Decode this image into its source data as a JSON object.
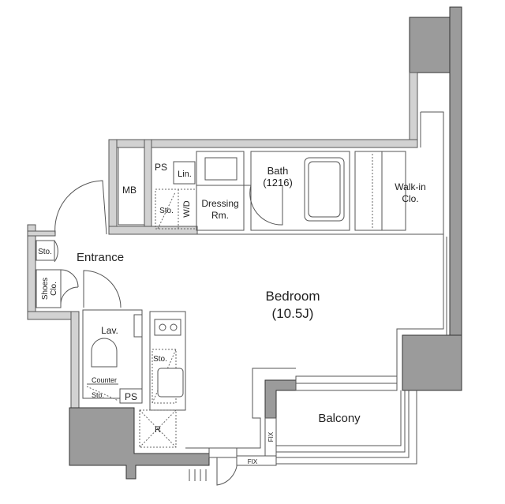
{
  "rooms": {
    "bedroom": "Bedroom",
    "bedroom_size": "(10.5J)",
    "entrance": "Entrance",
    "balcony": "Balcony",
    "walkin": "Walk-in",
    "walkin2": "Clo.",
    "bath": "Bath",
    "bath_size": "(1216)",
    "dressing": "Dressing",
    "dressing2": "Rm.",
    "mb": "MB",
    "ps_top": "PS",
    "lin": "Lin.",
    "wd": "W/D",
    "sto_dressing": "Sto.",
    "sto_entrance": "Sto.",
    "shoes": "Shoes",
    "shoes2": "Clo.",
    "lav": "Lav.",
    "counter": "Counter",
    "sto_lav": "Sto.",
    "ps_bottom": "PS",
    "sto_kitchen": "Sto.",
    "fridge": "R",
    "fix_vertical": "FIX",
    "fix_horizontal": "FIX"
  },
  "colors": {
    "structure": "#9b9b9b",
    "wall": "#d2d2d2"
  }
}
